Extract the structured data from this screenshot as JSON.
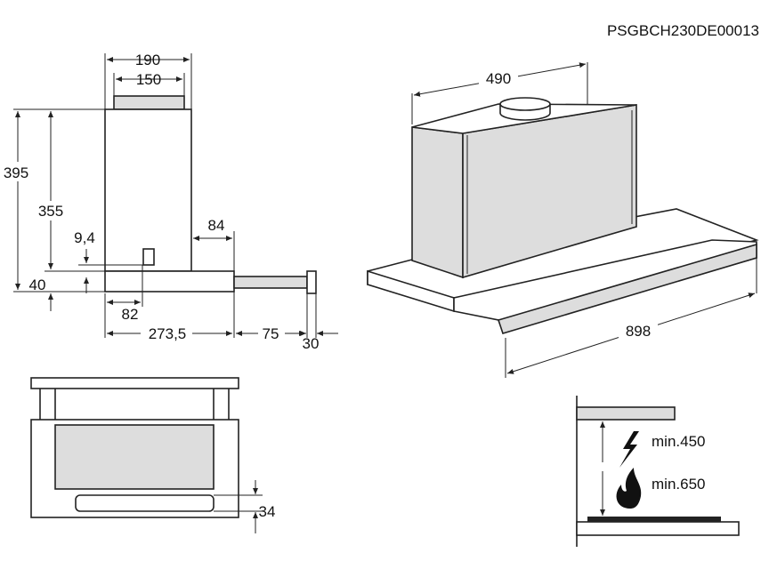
{
  "document_code": "PSGBCH230DE00013",
  "side_view": {
    "width_total": "190",
    "width_duct": "150",
    "height_total": "395",
    "height_body": "355",
    "height_base": "40",
    "light_offset": "9,4",
    "extension": "84",
    "light_position": "82",
    "depth": "273,5",
    "drawer": "75",
    "front_panel": "30"
  },
  "perspective_view": {
    "depth": "490",
    "width": "898"
  },
  "front_view": {
    "handle_height": "34"
  },
  "clearance": {
    "electric": "min.450",
    "gas": "min.650"
  }
}
